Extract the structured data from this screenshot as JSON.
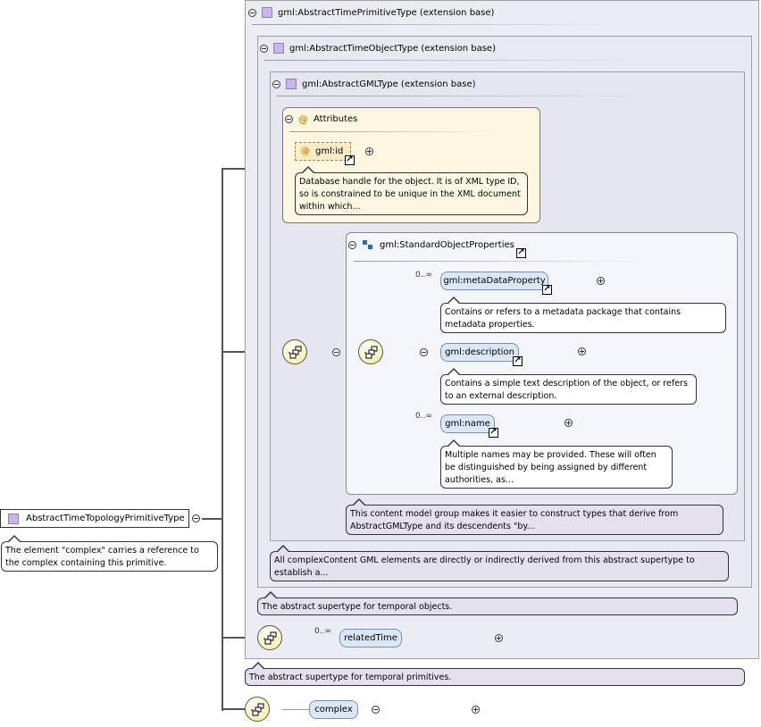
{
  "root": {
    "name": "AbstractTimeTopologyPrimitiveType",
    "doc": "The element \"complex\" carries a reference to the complex containing this primitive."
  },
  "ext_primitive": {
    "title": "gml:AbstractTimePrimitiveType (extension base)",
    "doc": "The abstract supertype for temporal primitives."
  },
  "ext_object": {
    "title": "gml:AbstractTimeObjectType (extension base)",
    "doc": "The abstract supertype for temporal objects."
  },
  "ext_gml": {
    "title": "gml:AbstractGMLType (extension base)",
    "doc": "All complexContent GML elements are directly or indirectly derived from this abstract supertype to establish a..."
  },
  "attributes": {
    "title": "Attributes",
    "icon": "@",
    "id_label": "gml:id",
    "id_doc": "Database handle for the object.  It is of XML type ID, so is constrained to be unique in the XML document within which..."
  },
  "group": {
    "title": "gml:StandardObjectProperties",
    "doc": "This content model group makes it easier to construct types that derive from AbstractGMLType and its descendents \"by..."
  },
  "elements": {
    "metadata": {
      "label": "gml:metaDataProperty",
      "card": "0..∞",
      "doc": "Contains or refers to a metadata package that contains metadata properties."
    },
    "description": {
      "label": "gml:description",
      "doc": "Contains a simple text description of the object, or refers to an external description."
    },
    "name": {
      "label": "gml:name",
      "card": "0..∞",
      "doc": "Multiple names may be provided.  These will often be distinguished by being assigned by different authorities, as..."
    },
    "relatedTime": {
      "label": "relatedTime",
      "card": "0..∞"
    },
    "complex": {
      "label": "complex"
    }
  }
}
